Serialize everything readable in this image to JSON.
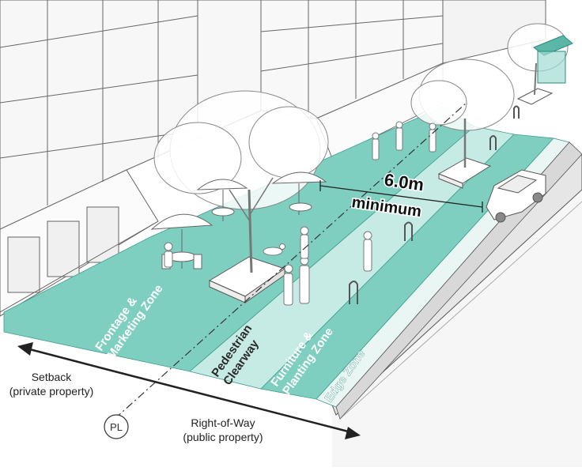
{
  "zones": {
    "frontage": [
      "Frontage &",
      "Marketing Zone"
    ],
    "pedestrian": [
      "Pedestrian",
      "Clearway"
    ],
    "furniture": [
      "Furniture &",
      "Planting Zone"
    ],
    "edge": [
      "Edge Zone"
    ]
  },
  "dimension": {
    "value": "6.0m",
    "label": "minimum"
  },
  "setback": {
    "line1": "Setback",
    "line2": "(private property)"
  },
  "right_of_way": {
    "line1": "Right-of-Way",
    "line2": "(public property)"
  },
  "property_line_marker": "PL",
  "colors": {
    "teal": "#7fcfc1",
    "teal_light": "#c6ebe4",
    "teal_dark": "#3f9d8f",
    "line": "#4a4a4a",
    "road": "#f4f4f4"
  }
}
